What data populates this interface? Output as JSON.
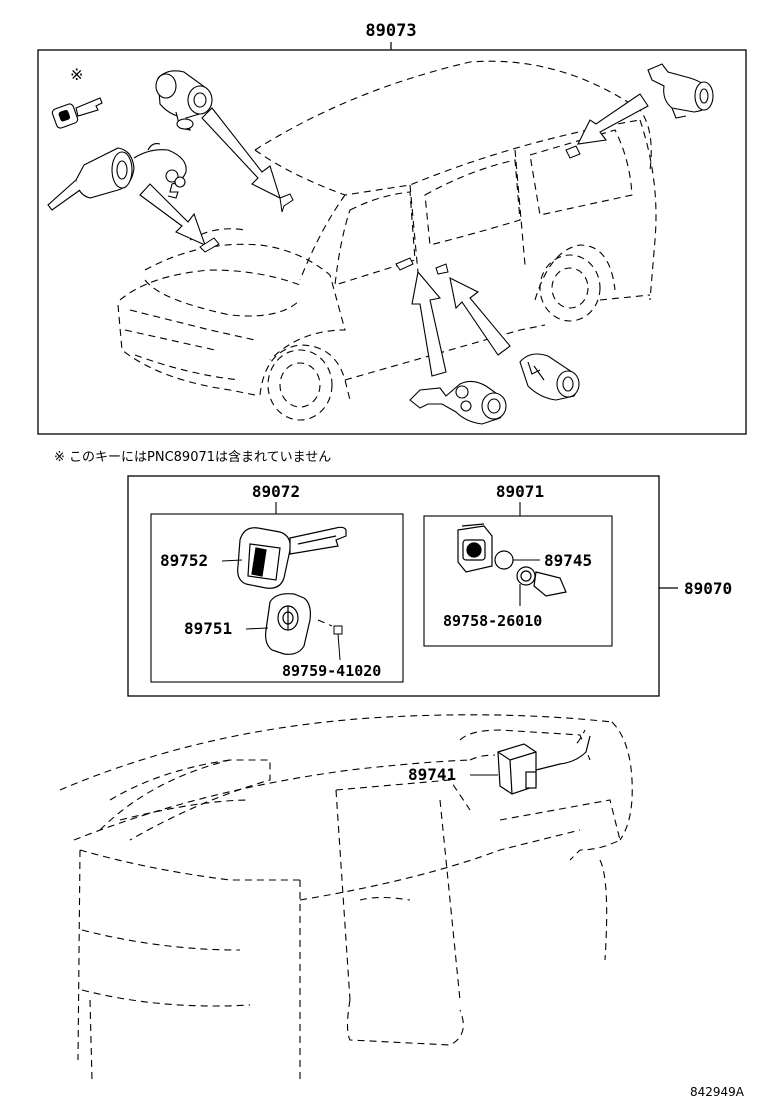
{
  "top_group": {
    "part_no": "89073",
    "mark": "※"
  },
  "note": "※  このキーにはPNC89071は含まれていません",
  "kit": {
    "part_no": "89070",
    "key_set": {
      "part_no": "89072",
      "parts": [
        {
          "part_no": "89752"
        },
        {
          "part_no": "89751"
        },
        {
          "part_no": "89759-41020"
        }
      ]
    },
    "transmitter": {
      "part_no": "89071",
      "parts": [
        {
          "part_no": "89745"
        },
        {
          "part_no": "89758-26010"
        }
      ]
    }
  },
  "ecu": {
    "part_no": "89741"
  },
  "figure_id": "842949A"
}
